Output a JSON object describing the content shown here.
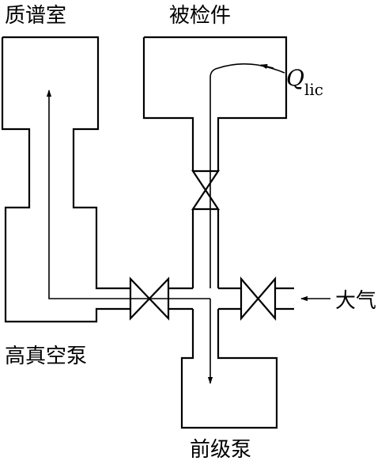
{
  "labels": {
    "mass_spec_chamber": "质谱室",
    "test_object": "被检件",
    "leak_rate_symbol": "Q",
    "leak_rate_subscript": "lic",
    "atmosphere": "大气",
    "high_vacuum_pump": "高真空泵",
    "roughing_pump": "前级泵"
  },
  "colors": {
    "line": "#000000",
    "background": "#ffffff"
  }
}
